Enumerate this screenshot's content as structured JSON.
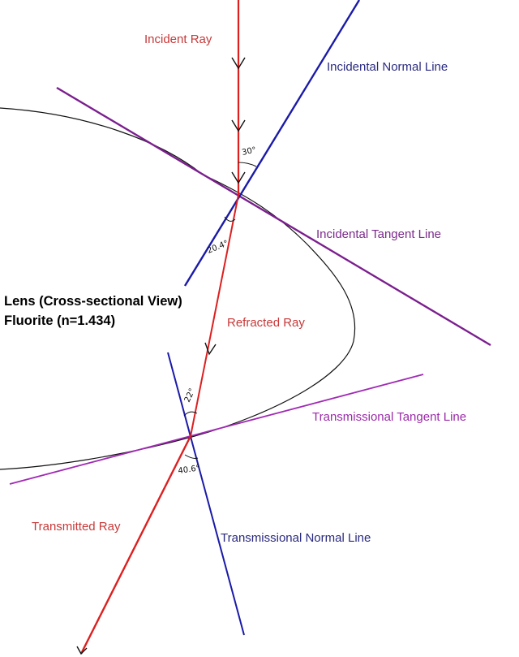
{
  "title_lines": [
    "Lens (Cross-sectional View)",
    "Fluorite (n=1.434)"
  ],
  "labels": {
    "incident_ray": "Incident Ray",
    "incidental_normal_line": "Incidental Normal Line",
    "incidental_tangent_line": "Incidental Tangent Line",
    "refracted_ray": "Refracted Ray",
    "transmissional_tangent_line": "Transmissional Tangent Line",
    "transmitted_ray": "Transmitted Ray",
    "transmissional_normal_line": "Transmissional Normal Line"
  },
  "angles": {
    "incidence": "30°",
    "refraction": "20.4°",
    "internal": "22°",
    "transmission": "40.6°"
  },
  "colors": {
    "ray": "#dd1f1f",
    "ray_label": "#c73838",
    "normal": "#1a1aa8",
    "normal_label": "#2a2a80",
    "tangent": "#7b1f8e",
    "tangent_label": "#7b2a8c",
    "transmissional_tangent": "#a02ab4",
    "transmissional_tangent_label": "#9a2aa8",
    "lens_outline": "#111111"
  }
}
